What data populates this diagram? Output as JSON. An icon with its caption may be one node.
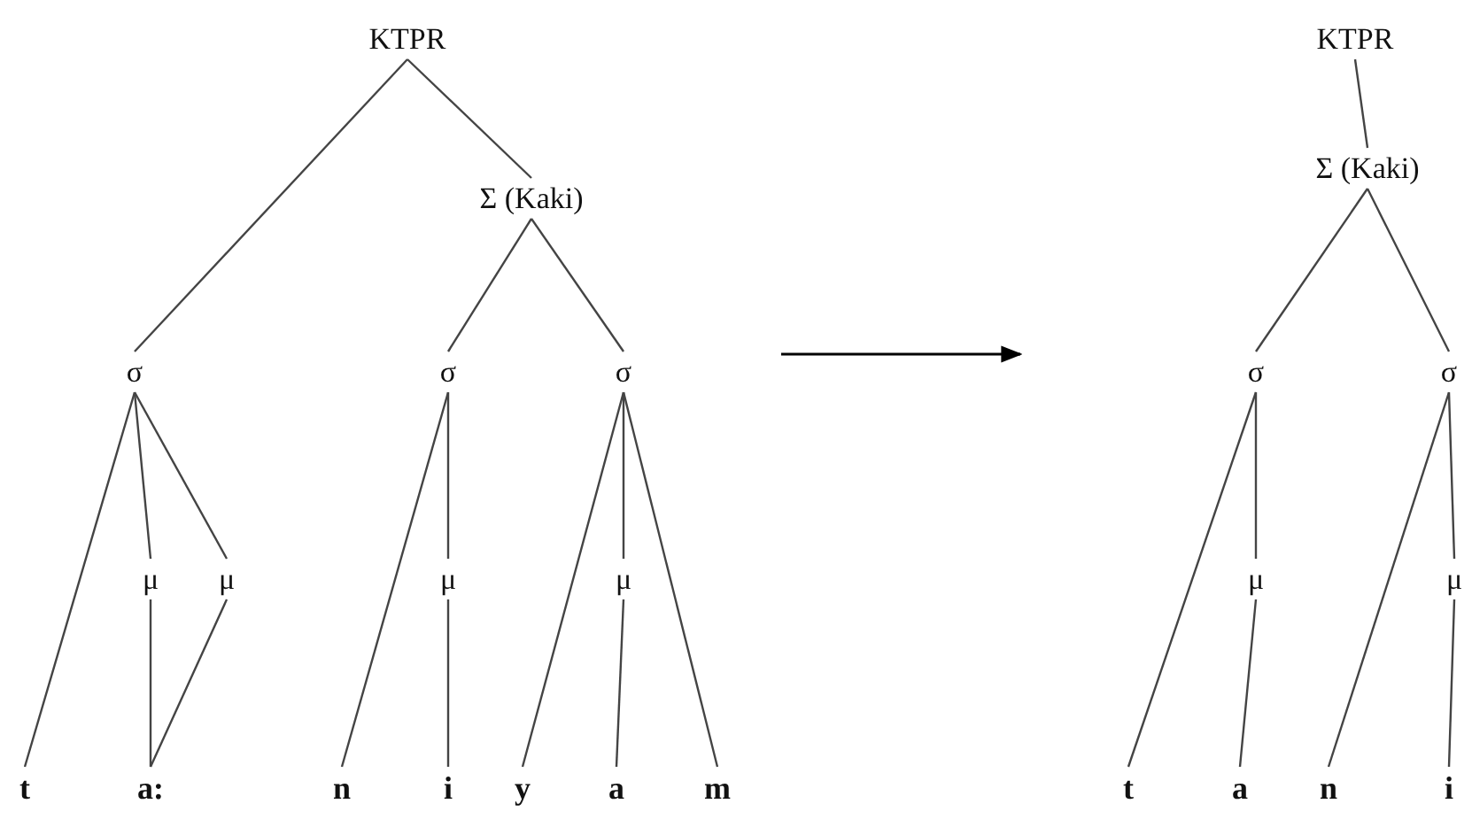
{
  "diagram": {
    "nodes": [
      {
        "text": [
          "KTPR"
        ]
      },
      {
        "text": [
          "Σ (Kaki)"
        ]
      },
      {
        "text": [
          "σ"
        ]
      },
      {
        "text": [
          "σ"
        ]
      },
      {
        "text": [
          "σ"
        ]
      },
      {
        "text": [
          "μ"
        ]
      },
      {
        "text": [
          "μ"
        ]
      },
      {
        "text": [
          "μ"
        ]
      },
      {
        "text": [
          "μ"
        ]
      },
      {
        "text": [
          "t"
        ]
      },
      {
        "text": [
          "a:"
        ]
      },
      {
        "text": [
          "n"
        ]
      },
      {
        "text": [
          "i"
        ]
      },
      {
        "text": [
          "y"
        ]
      },
      {
        "text": [
          "a"
        ]
      },
      {
        "text": [
          "m"
        ]
      },
      {
        "text": [
          "KTPR"
        ]
      },
      {
        "text": [
          "Σ (Kaki)"
        ]
      },
      {
        "text": [
          "σ"
        ]
      },
      {
        "text": [
          "σ"
        ]
      },
      {
        "text": [
          "μ"
        ]
      },
      {
        "text": [
          "μ"
        ]
      },
      {
        "text": [
          "t"
        ]
      },
      {
        "text": [
          "a"
        ]
      },
      {
        "text": [
          "n"
        ]
      },
      {
        "text": [
          "i"
        ]
      }
    ],
    "edges": [
      {
        "from": 0,
        "to": 2,
        "arrow": "none"
      },
      {
        "from": 0,
        "to": 1,
        "arrow": "none"
      },
      {
        "from": 1,
        "to": 3,
        "arrow": "none"
      },
      {
        "from": 1,
        "to": 4,
        "arrow": "none"
      },
      {
        "from": 2,
        "to": 9,
        "arrow": "none"
      },
      {
        "from": 2,
        "to": 5,
        "arrow": "none"
      },
      {
        "from": 2,
        "to": 6,
        "arrow": "none"
      },
      {
        "from": 5,
        "to": 10,
        "arrow": "none"
      },
      {
        "from": 6,
        "to": 10,
        "arrow": "none"
      },
      {
        "from": 3,
        "to": 11,
        "arrow": "none"
      },
      {
        "from": 3,
        "to": 7,
        "arrow": "none"
      },
      {
        "from": 7,
        "to": 12,
        "arrow": "none"
      },
      {
        "from": 4,
        "to": 13,
        "arrow": "none"
      },
      {
        "from": 4,
        "to": 8,
        "arrow": "none"
      },
      {
        "from": 8,
        "to": 14,
        "arrow": "none"
      },
      {
        "from": 4,
        "to": 15,
        "arrow": "none"
      },
      {
        "from": 16,
        "to": 17,
        "arrow": "none"
      },
      {
        "from": 17,
        "to": 18,
        "arrow": "none"
      },
      {
        "from": 17,
        "to": 19,
        "arrow": "none"
      },
      {
        "from": 18,
        "to": 22,
        "arrow": "none"
      },
      {
        "from": 18,
        "to": 20,
        "arrow": "none"
      },
      {
        "from": 20,
        "to": 23,
        "arrow": "none"
      },
      {
        "from": 19,
        "to": 24,
        "arrow": "none"
      },
      {
        "from": 19,
        "to": 21,
        "arrow": "none"
      },
      {
        "from": 21,
        "to": 25,
        "arrow": "none"
      }
    ]
  }
}
